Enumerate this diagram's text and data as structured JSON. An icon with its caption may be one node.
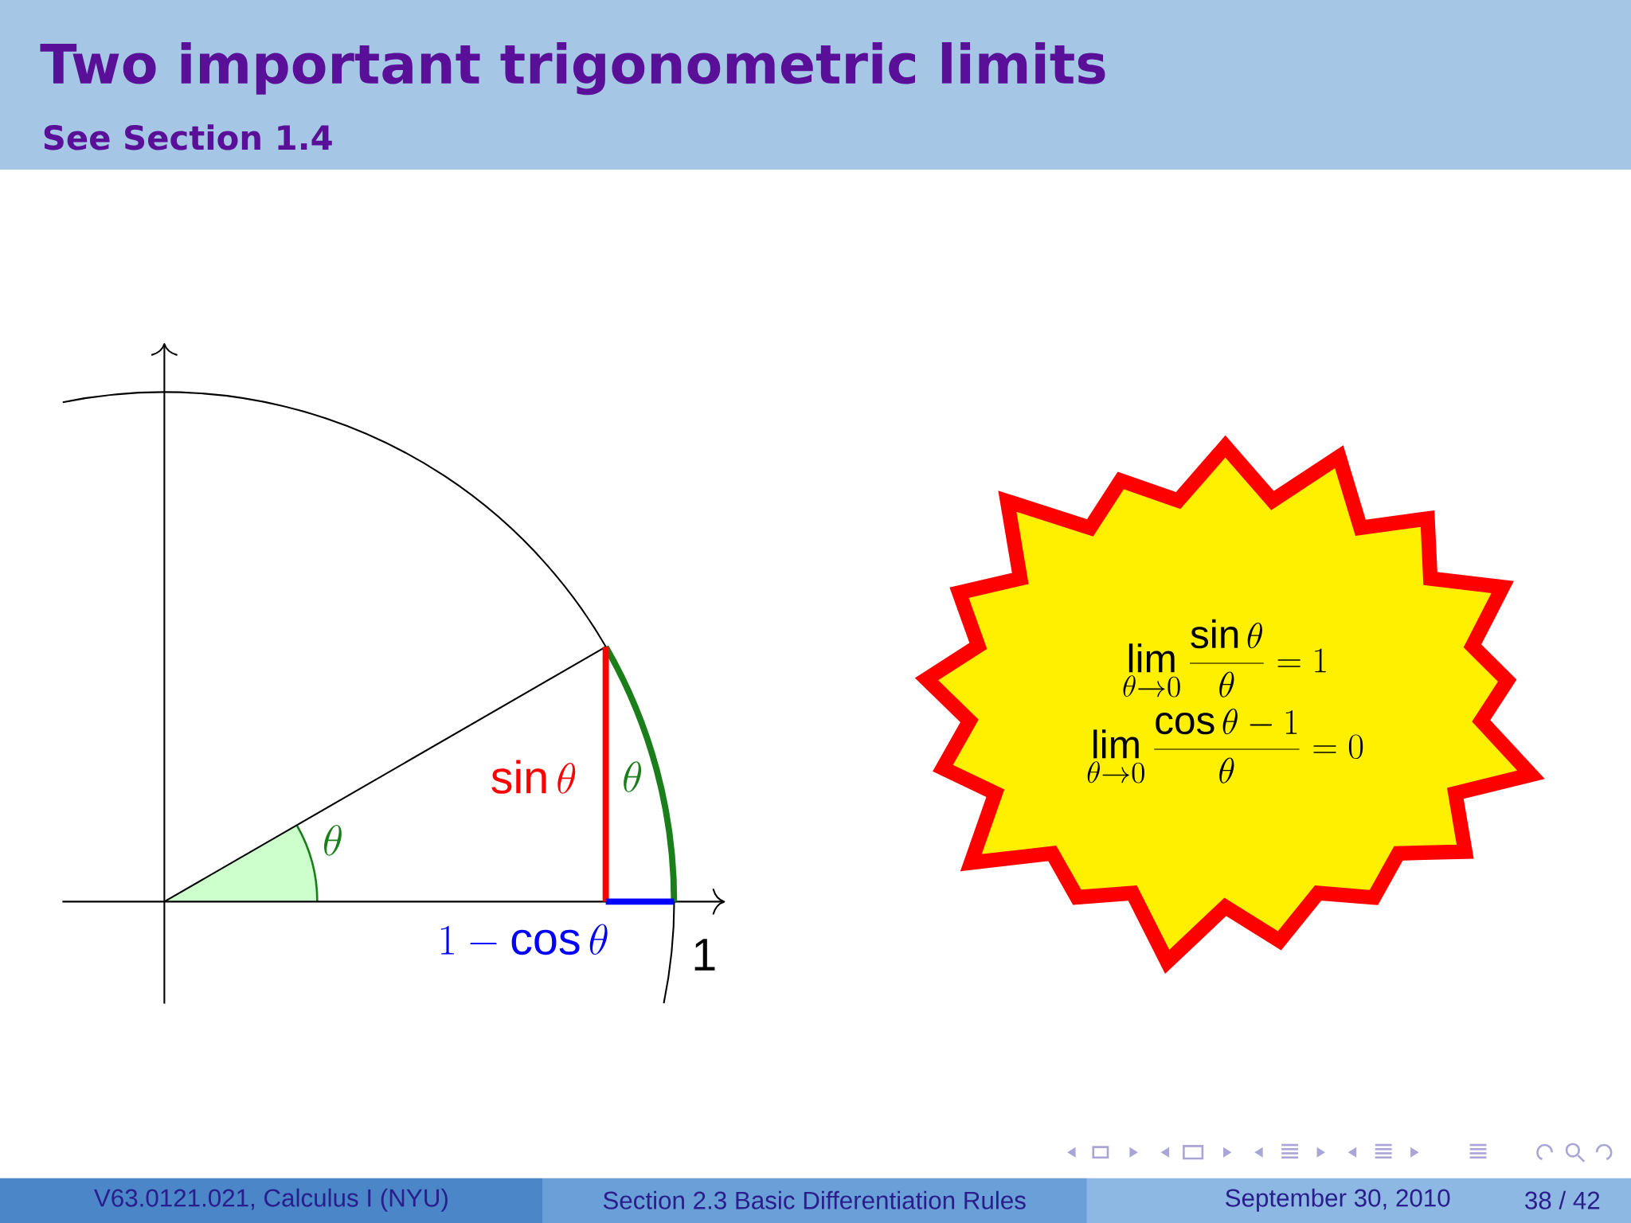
{
  "diagram": {
    "title": "Two important trigonometric limits",
    "nodes": [
      {
        "text": [
          "\\lim_{\\theta\\to 0}\\frac{\\sin\\theta}{\\theta}=1",
          "\\lim_{\\theta\\to 0}\\frac{\\cos\\theta-1}{\\theta}=0"
        ]
      }
    ],
    "labels": [
      "See Section 1.4",
      "\\sin\\theta",
      "\\theta",
      "\\theta",
      "1-\\cos\\theta",
      "1",
      "V63.0121.021, Calculus I (NYU)",
      "Section 2.3 Basic Differentiation Rules",
      "September 30, 2010",
      "38 / 42"
    ]
  }
}
